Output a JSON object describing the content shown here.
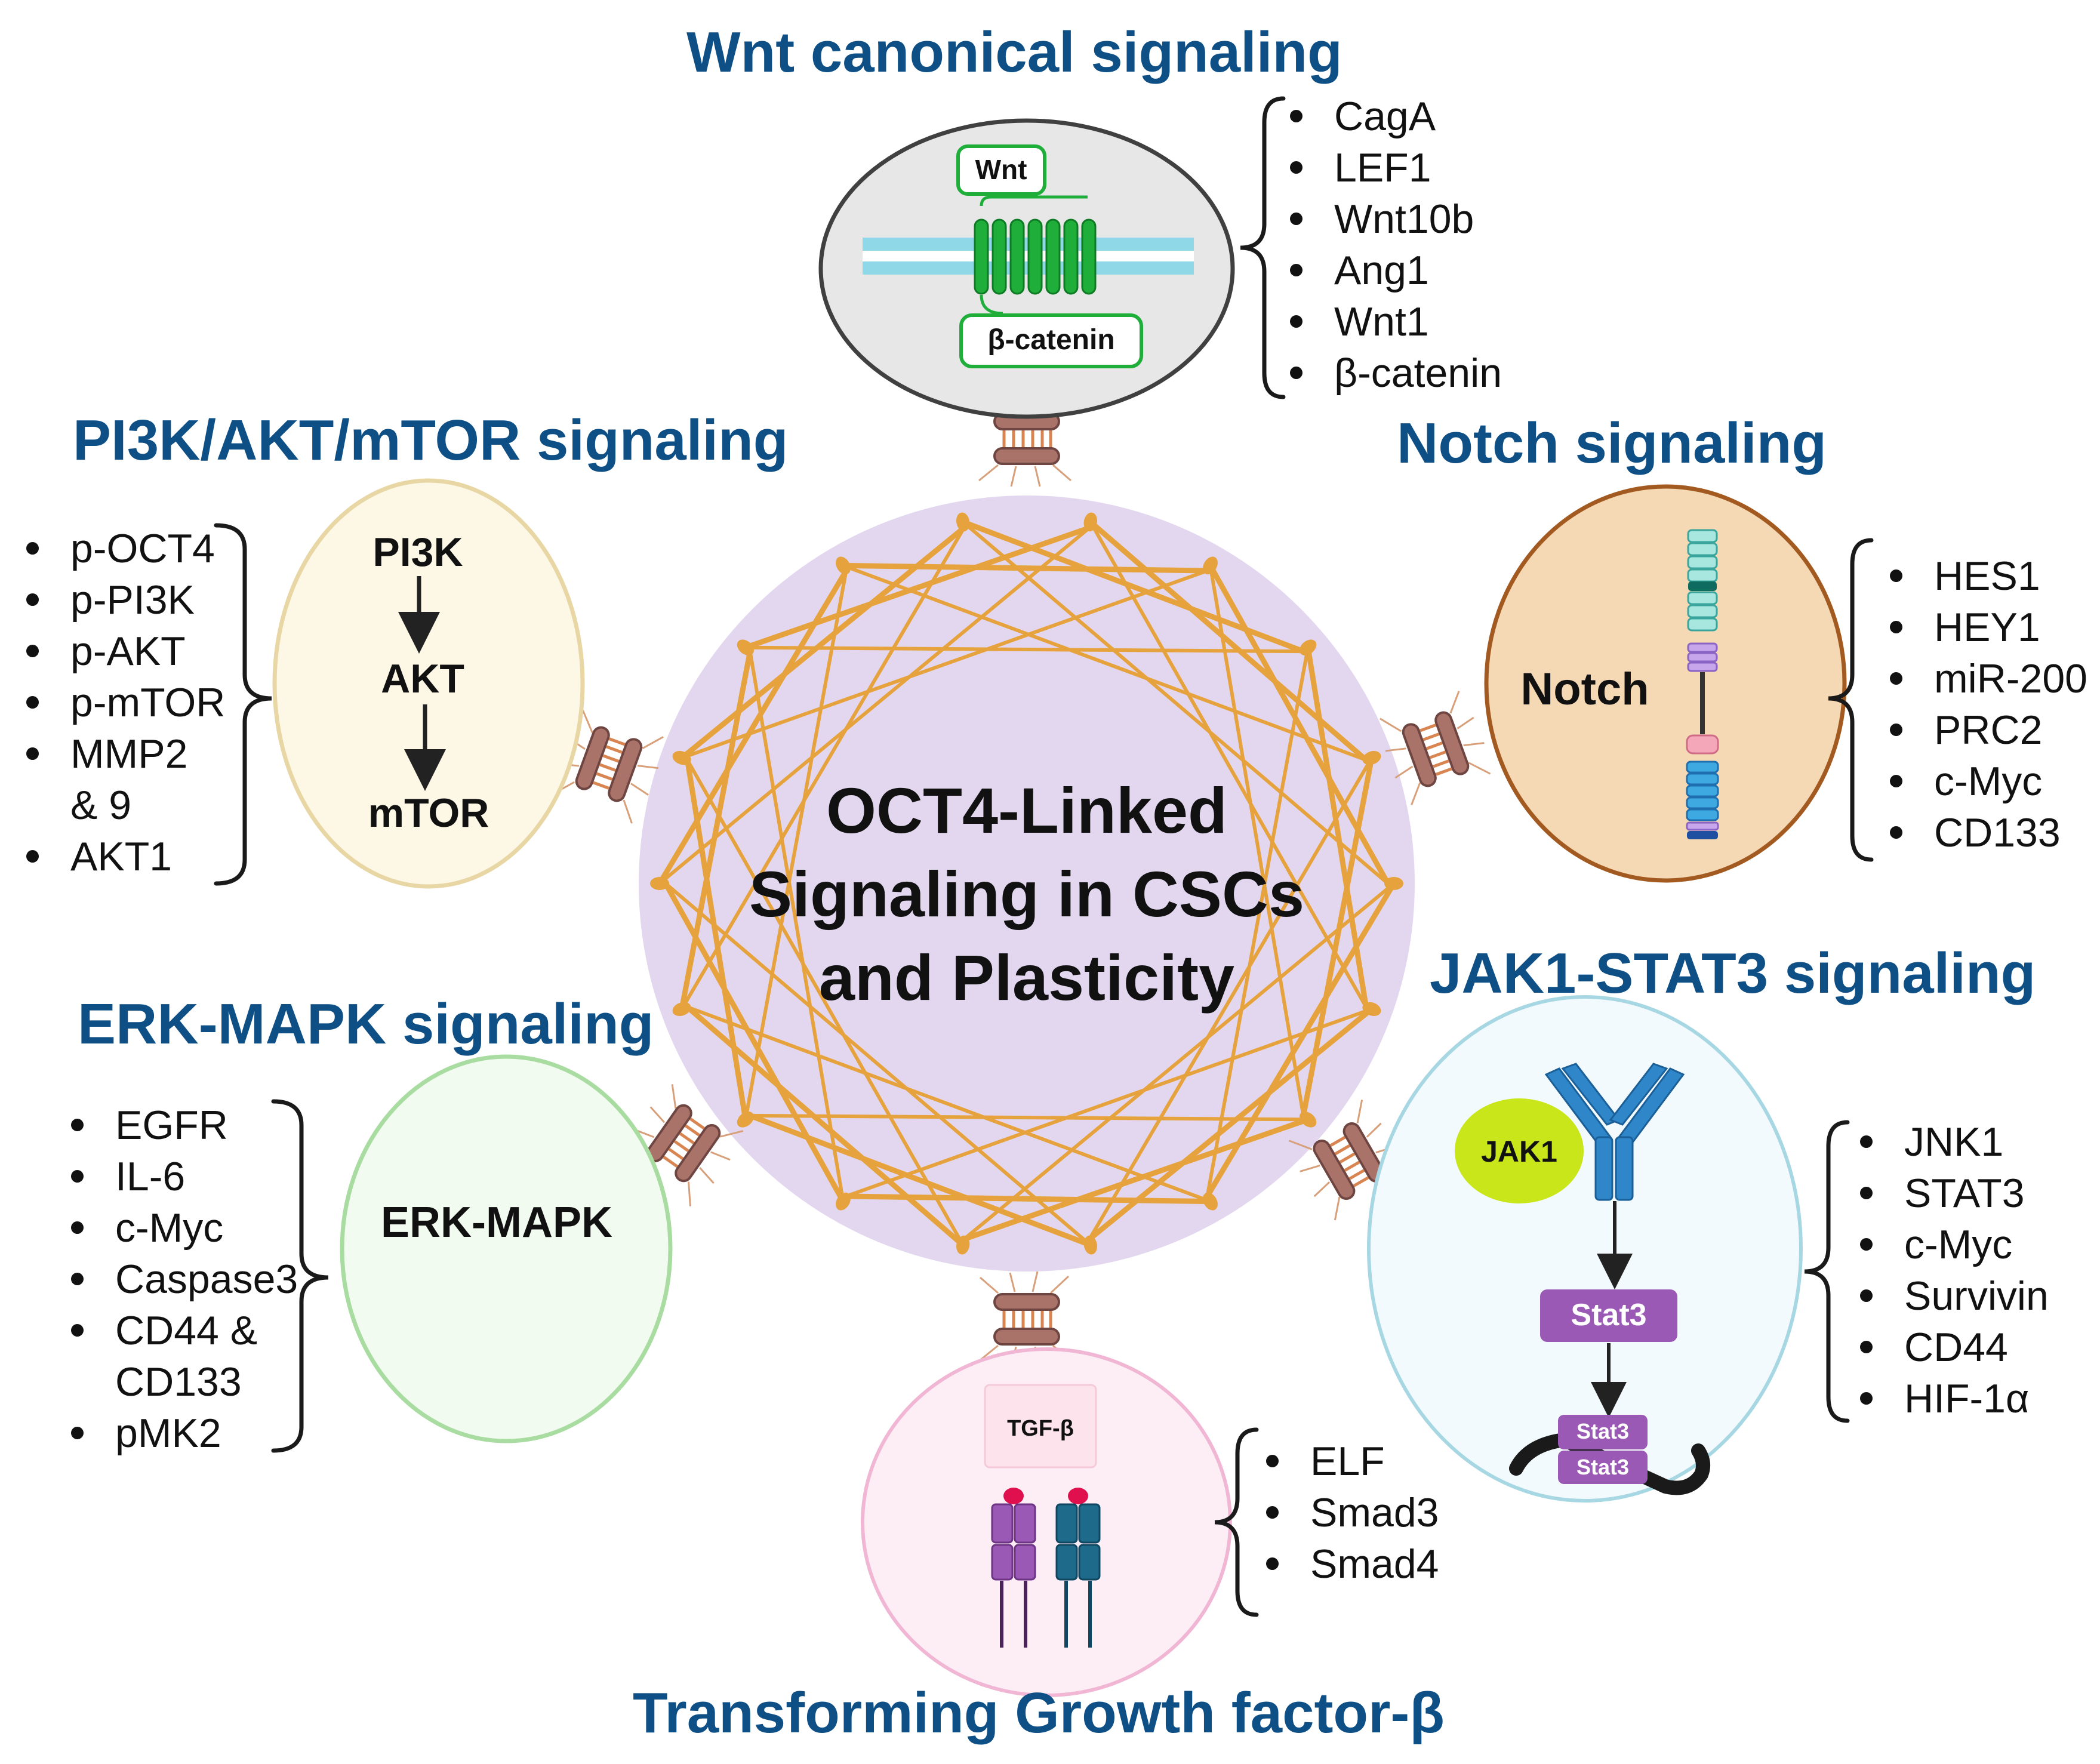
{
  "center": {
    "lines": [
      "OCT4-Linked",
      "Signaling in CSCs",
      "and Plasticity"
    ]
  },
  "pathways": {
    "wnt": {
      "title": "Wnt canonical signaling",
      "label_ligand": "Wnt",
      "label_effector": "β-catenin",
      "items": [
        "CagA",
        "LEF1",
        "Wnt10b",
        "Ang1",
        "Wnt1",
        "β-catenin"
      ]
    },
    "pi3k": {
      "title": "PI3K/AKT/mTOR signaling",
      "nodes": [
        "PI3K",
        "AKT",
        "mTOR"
      ],
      "items": [
        {
          "text": "p-OCT4",
          "bullet": true
        },
        {
          "text": "p-PI3K",
          "bullet": true
        },
        {
          "text": "p-AKT",
          "bullet": true
        },
        {
          "text": "p-mTOR",
          "bullet": true
        },
        {
          "text": "MMP2",
          "bullet": true
        },
        {
          "text": "& 9",
          "bullet": false
        },
        {
          "text": "AKT1",
          "bullet": true
        }
      ]
    },
    "notch": {
      "title": "Notch signaling",
      "label": "Notch",
      "items": [
        "HES1",
        "HEY1",
        "miR-200",
        "PRC2",
        "c-Myc",
        "CD133"
      ]
    },
    "erk": {
      "title": "ERK-MAPK signaling",
      "label": "ERK-MAPK",
      "items": [
        {
          "text": "EGFR",
          "bullet": true
        },
        {
          "text": "IL-6",
          "bullet": true
        },
        {
          "text": "c-Myc",
          "bullet": true
        },
        {
          "text": "Caspase3",
          "bullet": true
        },
        {
          "text": "CD44 &",
          "bullet": true
        },
        {
          "text": "CD133",
          "bullet": false
        },
        {
          "text": "pMK2",
          "bullet": true
        }
      ]
    },
    "jak": {
      "title": "JAK1-STAT3 signaling",
      "label_kinase": "JAK1",
      "label_stat": "Stat3",
      "label_dimer": [
        "Stat3",
        "Stat3"
      ],
      "items": [
        "JNK1",
        "STAT3",
        "c-Myc",
        "Survivin",
        "CD44",
        "HIF-1α"
      ]
    },
    "tgf": {
      "title": "Transforming Growth factor-β",
      "label": "TGF-β",
      "items": [
        "ELF",
        "Smad3",
        "Smad4"
      ]
    }
  },
  "colors": {
    "title": "#0e4f86",
    "center_fill": "#e3d7ef",
    "fiber": "#e6a23c",
    "wnt_fill": "#e7e7e7",
    "pi3k_fill": "#fdf8e6",
    "notch_fill": "#f5d9b5",
    "erk_fill": "#f2fbf0",
    "jak_fill": "#f2fafd",
    "tgf_fill": "#fdeef6",
    "receptor_green": "#1fae3a",
    "stat_purple": "#9b59b6",
    "jak_yellow": "#c8e619",
    "antibody_blue": "#2f86c8"
  }
}
